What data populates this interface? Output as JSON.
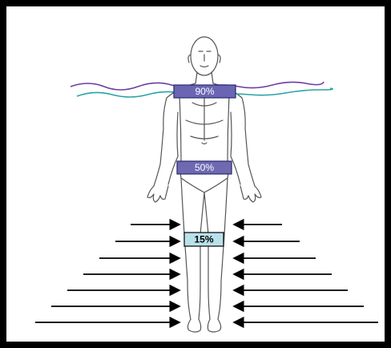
{
  "bands": [
    {
      "id": "chest",
      "label": "90%",
      "fill": "#6a66b4",
      "text_color": "#ffffff"
    },
    {
      "id": "hips",
      "label": "50%",
      "fill": "#6e69b0",
      "text_color": "#ffffff"
    },
    {
      "id": "knees",
      "label": "15%",
      "fill": "#b9e1ea",
      "text_color": "#000000"
    }
  ],
  "colors": {
    "frame": "#000000",
    "body_outline": "#555555",
    "wave_purple": "#6a3fa0",
    "wave_teal": "#2aa3a3",
    "arrow": "#000000"
  }
}
